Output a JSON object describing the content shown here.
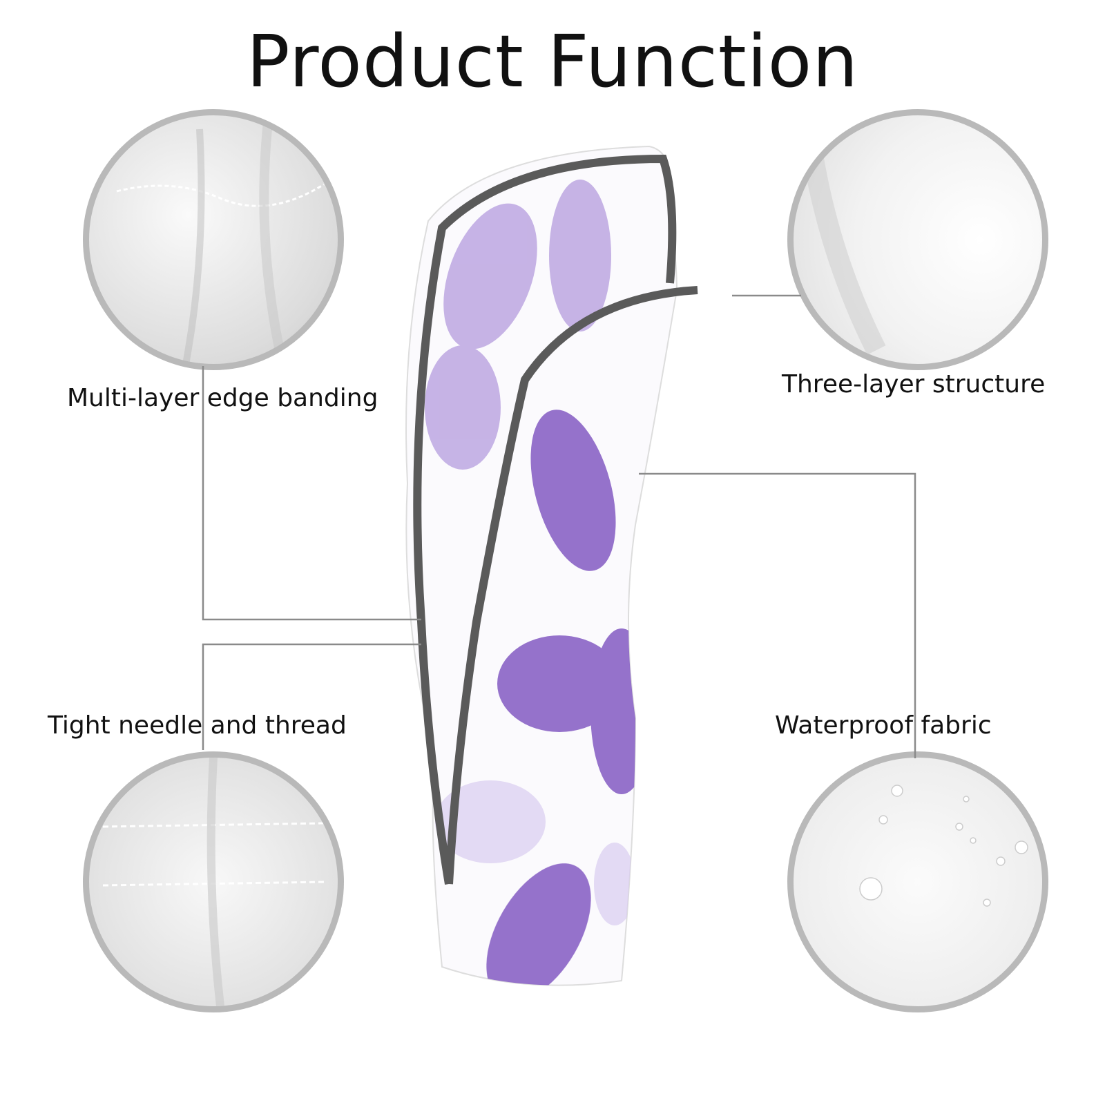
{
  "title": "Product Function",
  "features": {
    "top_left": "Multi-layer edge banding",
    "top_right": "Three-layer structure",
    "bottom_left": "Tight needle and thread",
    "bottom_right": "Waterproof fabric"
  },
  "colors": {
    "butterfly": "#7b55b8",
    "trim": "#5a5a5a",
    "circle_border": "#b9b9b9"
  }
}
